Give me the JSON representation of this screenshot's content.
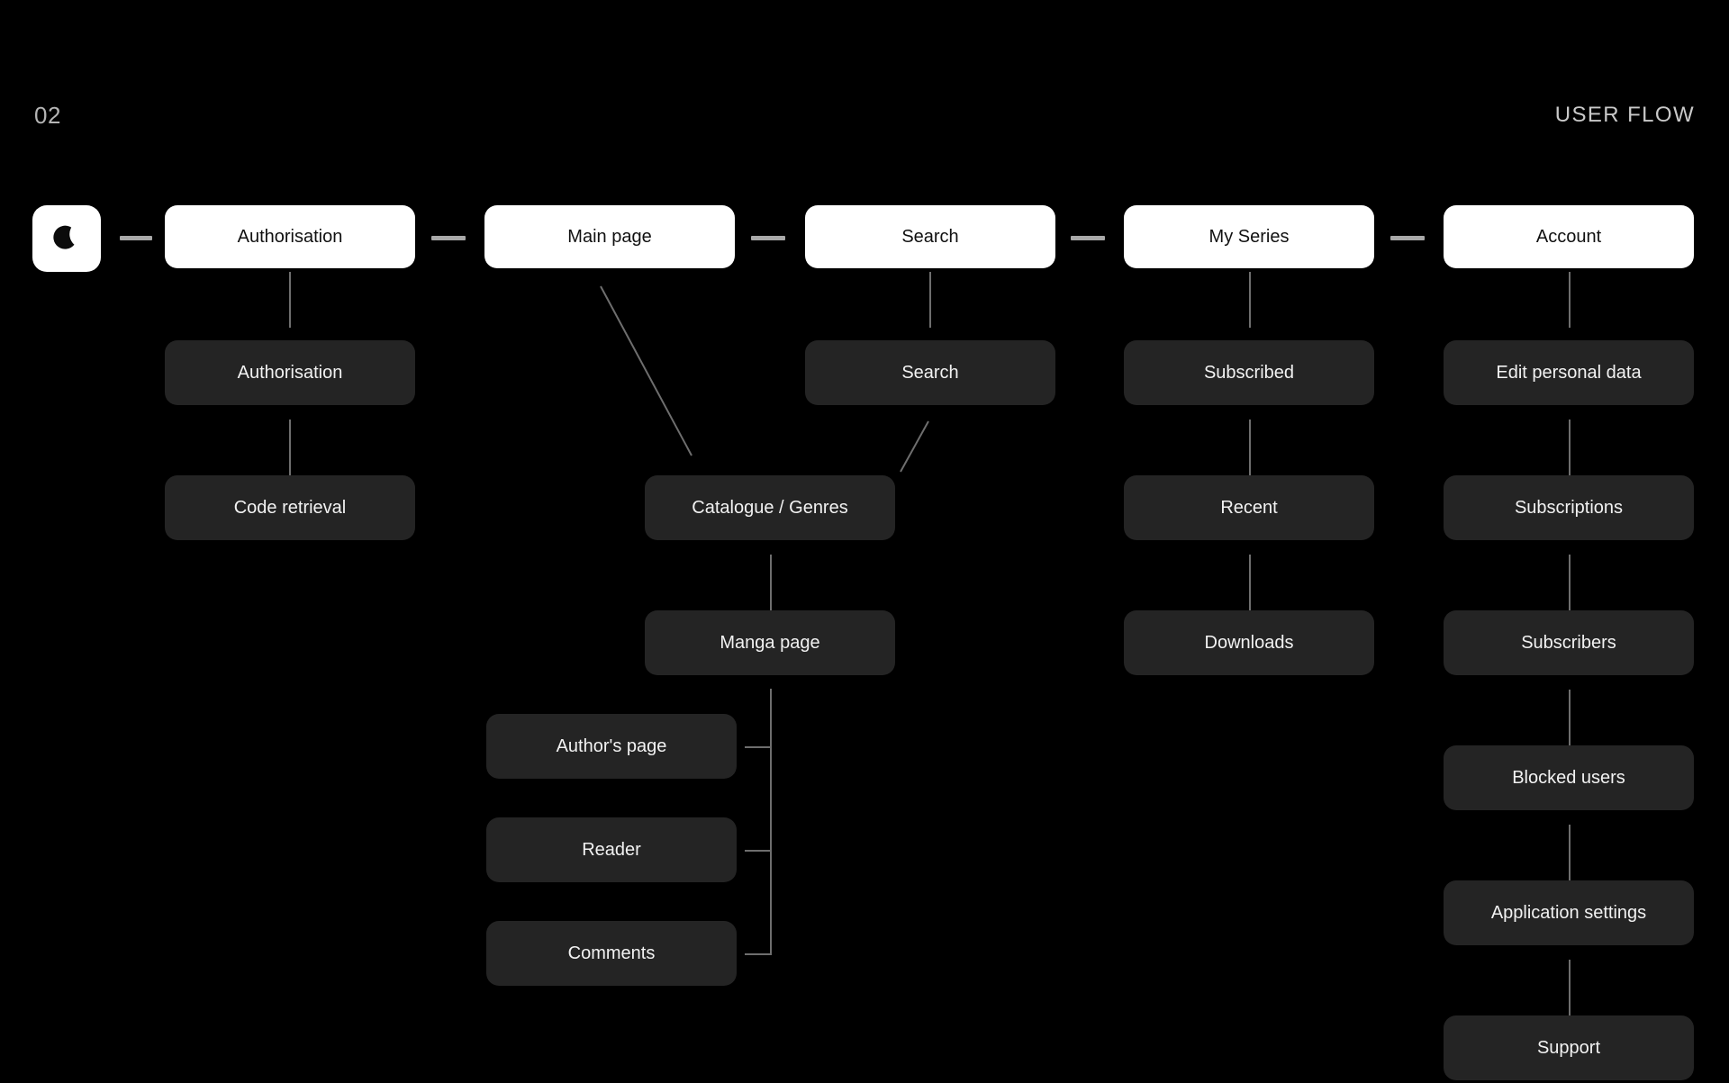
{
  "header": {
    "page_number": "02",
    "section_title": "USER FLOW"
  },
  "logo": {
    "icon": "crescent-moon-icon"
  },
  "colors": {
    "background": "#000000",
    "primary_node_bg": "#ffffff",
    "primary_node_text": "#111111",
    "secondary_node_bg": "#242424",
    "secondary_node_text": "#f2f2f2",
    "connector": "#6e6e6e",
    "dash_connector": "#a8a8a8",
    "header_text": "#c9c9c9"
  },
  "flow": {
    "top_level": [
      {
        "id": "authorisation",
        "label": "Authorisation"
      },
      {
        "id": "main-page",
        "label": "Main page"
      },
      {
        "id": "search",
        "label": "Search"
      },
      {
        "id": "my-series",
        "label": "My Series"
      },
      {
        "id": "account",
        "label": "Account"
      }
    ],
    "branches": {
      "authorisation": [
        {
          "id": "authorisation-screen",
          "label": "Authorisation"
        },
        {
          "id": "code-retrieval",
          "label": "Code retrieval"
        }
      ],
      "main_page": [
        {
          "id": "catalogue-genres",
          "label": "Catalogue / Genres"
        },
        {
          "id": "manga-page",
          "label": "Manga page"
        }
      ],
      "manga_page": [
        {
          "id": "authors-page",
          "label": "Author's page"
        },
        {
          "id": "reader",
          "label": "Reader"
        },
        {
          "id": "comments",
          "label": "Comments"
        }
      ],
      "search": [
        {
          "id": "search-screen",
          "label": "Search"
        }
      ],
      "my_series": [
        {
          "id": "subscribed",
          "label": "Subscribed"
        },
        {
          "id": "recent",
          "label": "Recent"
        },
        {
          "id": "downloads",
          "label": "Downloads"
        }
      ],
      "account": [
        {
          "id": "edit-personal-data",
          "label": "Edit personal data"
        },
        {
          "id": "subscriptions",
          "label": "Subscriptions"
        },
        {
          "id": "subscribers",
          "label": "Subscribers"
        },
        {
          "id": "blocked-users",
          "label": "Blocked users"
        },
        {
          "id": "application-settings",
          "label": "Application settings"
        },
        {
          "id": "support",
          "label": "Support"
        }
      ]
    }
  }
}
